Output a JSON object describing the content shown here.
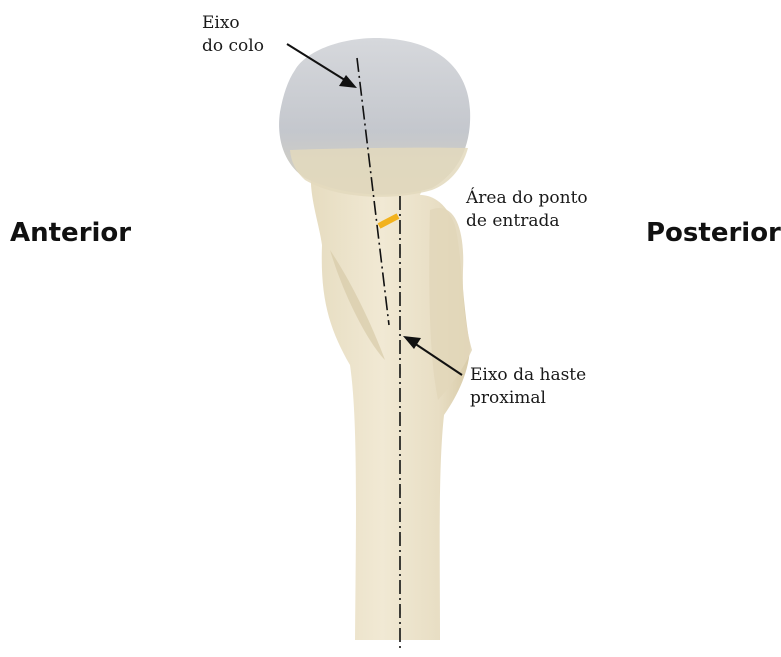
{
  "orientation": {
    "left": "Anterior",
    "right": "Posterior"
  },
  "annotations": {
    "neck_axis": {
      "line1": "Eixo",
      "line2": "do colo"
    },
    "entry_area": {
      "line1": "Área do ponto",
      "line2": "de entrada"
    },
    "shaft_axis": {
      "line1": "Eixo da haste",
      "line2": "proximal"
    }
  },
  "colors": {
    "bone": "#ece3cb",
    "bone_shadow": "#d9cdac",
    "head_cartilage": "#c9ccd2",
    "entry_marker": "#f2b21c",
    "lines": "#111111"
  }
}
